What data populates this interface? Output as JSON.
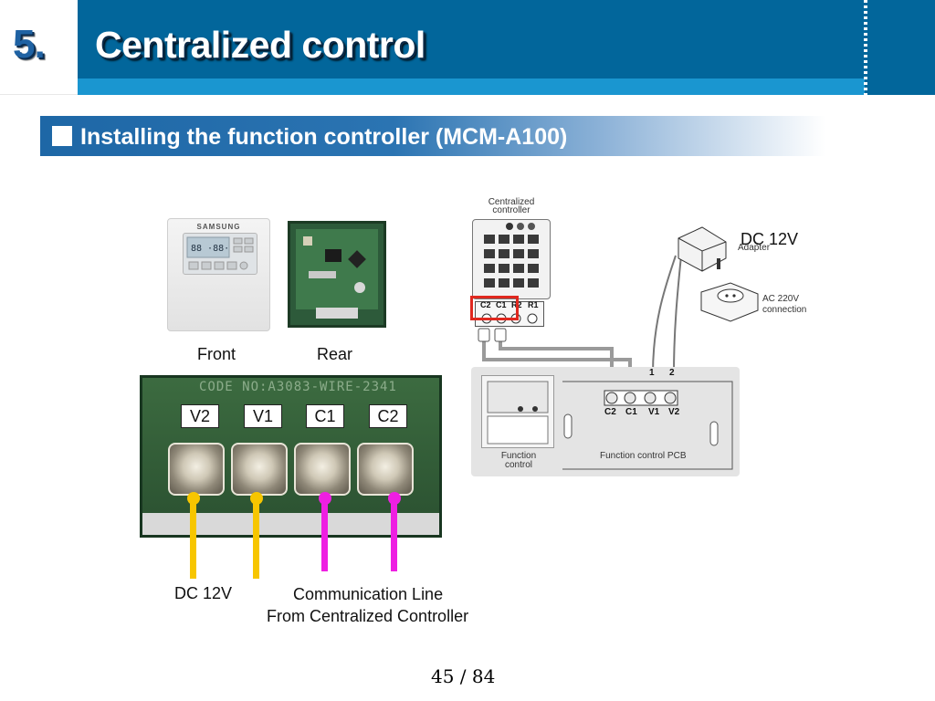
{
  "header": {
    "section_number": "5.",
    "title": "Centralized control"
  },
  "subtitle": {
    "text": "Installing the function controller (MCM-A100)"
  },
  "photos": {
    "front_label": "Front",
    "rear_label": "Rear",
    "front_brand": "SAMSUNG",
    "terminal_code": "CODE NO:A3083-WIRE-2341",
    "terminals": [
      "V2",
      "V1",
      "C1",
      "C2"
    ],
    "wire_colors": [
      "#f7c600",
      "#f7c600",
      "#ee1fe2",
      "#ee1fe2"
    ],
    "dc_label": "DC 12V",
    "comm_line_1": "Communication Line",
    "comm_line_2": "From Centralized Controller"
  },
  "diagram": {
    "central_controller_label_1": "Centralized",
    "central_controller_label_2": "controller",
    "cc_terminals": [
      "C2",
      "C1",
      "R2",
      "R1"
    ],
    "dc_label": "DC 12V",
    "adapter_label": "Adapter",
    "ac_label_1": "AC 220V",
    "ac_label_2": "connection",
    "pcb_terminals": [
      "C2",
      "C1",
      "V1",
      "V2"
    ],
    "pcb_numbers": [
      "1",
      "2"
    ],
    "function_control_1": "Function",
    "function_control_2": "control",
    "pcb_label": "Function control PCB",
    "highlight_color": "#e0281f"
  },
  "footer": {
    "page": "45 / 84"
  }
}
